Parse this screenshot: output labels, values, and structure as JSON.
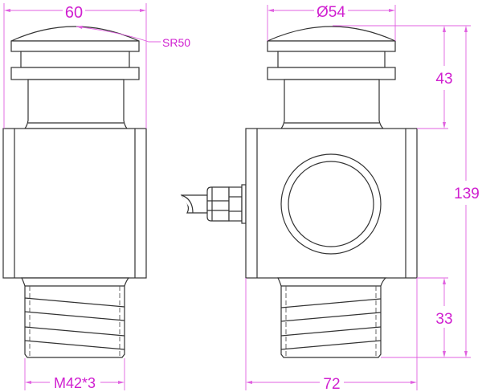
{
  "drawing": {
    "colors": {
      "outline": "#333333",
      "dimension": "#e060e0",
      "dimension_text": "#d020d0",
      "background": "#ffffff"
    },
    "front_view": {
      "width_label": "60",
      "sphere_radius_label": "SR50",
      "thread_label": "M42*3"
    },
    "side_view": {
      "diameter_label": "Ø54",
      "top_height_label": "43",
      "total_height_label": "139",
      "thread_length_label": "33",
      "body_width_label": "72"
    }
  }
}
